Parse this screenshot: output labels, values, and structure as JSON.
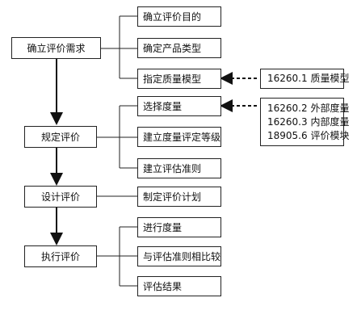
{
  "stages": [
    {
      "label": "确立评价需求",
      "steps": [
        "确立评价目的",
        "确定产品类型",
        "指定质量模型"
      ]
    },
    {
      "label": "规定评价",
      "steps": [
        "选择度量",
        "建立度量评定等级",
        "建立评估准则"
      ]
    },
    {
      "label": "设计评价",
      "steps": [
        "制定评价计划"
      ]
    },
    {
      "label": "执行评价",
      "steps": [
        "进行度量",
        "与评估准则相比较",
        "评估结果"
      ]
    }
  ],
  "references": {
    "quality_model": [
      "16260.1 质量模型"
    ],
    "metrics": [
      "16260.2 外部度量",
      "16260.3 内部度量",
      "18905.6 评价模块"
    ]
  }
}
